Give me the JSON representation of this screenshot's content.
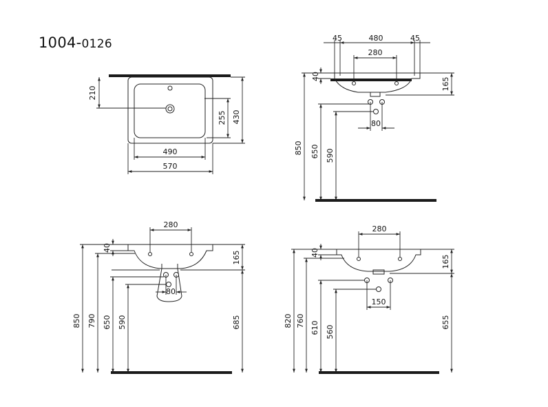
{
  "title": {
    "main": "1004-",
    "suffix": "0126"
  },
  "top_view": {
    "d210": "210",
    "d255": "255",
    "d430": "430",
    "d490": "490",
    "d570": "570"
  },
  "side_view": {
    "d45a": "45",
    "d480": "480",
    "d45b": "45",
    "d280": "280",
    "d40": "40",
    "d165": "165",
    "d850": "850",
    "d650": "650",
    "d590": "590",
    "d80": "80"
  },
  "front_left": {
    "d280": "280",
    "d40": "40",
    "d165": "165",
    "d850": "850",
    "d790": "790",
    "d650": "650",
    "d590": "590",
    "d685": "685",
    "d80": "80"
  },
  "front_right": {
    "d280": "280",
    "d40": "40",
    "d165": "165",
    "d820": "820",
    "d760": "760",
    "d610": "610",
    "d560": "560",
    "d655": "655",
    "d150": "150"
  }
}
